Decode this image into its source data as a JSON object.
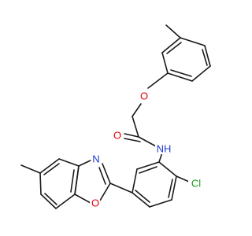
{
  "atom_labels": {
    "ether_oxygen": "O",
    "carbonyl_oxygen": "O",
    "amide_nitrogen": "NH",
    "oxazole_nitrogen": "N",
    "oxazole_oxygen": "O",
    "chlorine": "Cl"
  },
  "colors": {
    "bond": "#1a1a1a",
    "oxygen": "#e8000b",
    "nitrogen": "#1f3bd1",
    "chlorine": "#1a9a1a"
  }
}
